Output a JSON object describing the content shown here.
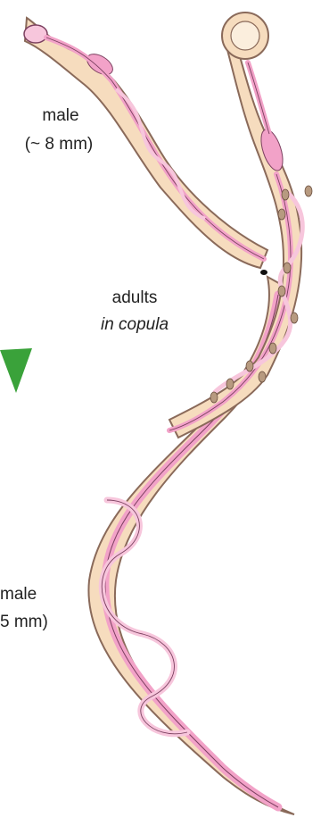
{
  "labels": {
    "male": "male",
    "male_size": "(~ 8 mm)",
    "adults": "adults",
    "in_copula": "in copula",
    "female": "male",
    "female_size": "5 mm)"
  },
  "colors": {
    "body_fill": "#f6dcbe",
    "body_outline": "#8a6a5a",
    "organ_fill": "#f2a2c8",
    "organ_light": "#f7c6dc",
    "organ_outline": "#7c4060",
    "egg_fill": "#b79a80",
    "arrow": "#3aa23a"
  }
}
